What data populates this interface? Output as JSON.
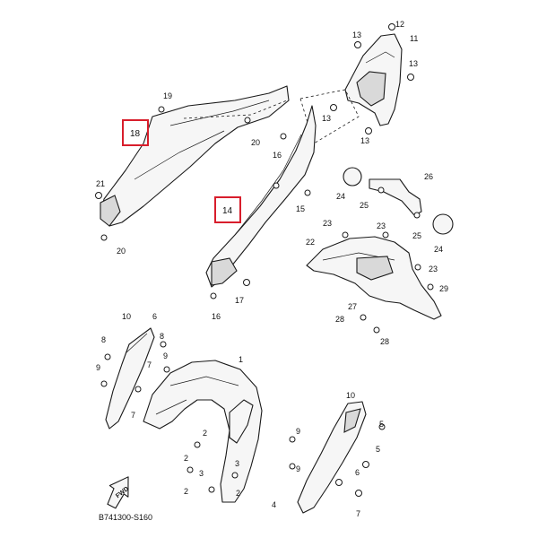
{
  "diagram": {
    "drawing_code": "B741300-S160",
    "fwd_label": "FWD",
    "highlight_color": "#d81e2c",
    "highlighted_parts": [
      {
        "key": "p18",
        "number": "18"
      },
      {
        "key": "p14",
        "number": "14"
      }
    ],
    "callouts": [
      "12",
      "11",
      "13",
      "13",
      "13",
      "13",
      "19",
      "20",
      "16",
      "21",
      "20",
      "15",
      "16",
      "17",
      "24",
      "25",
      "26",
      "24",
      "25",
      "23",
      "23",
      "22",
      "23",
      "29",
      "27",
      "28",
      "28",
      "10",
      "6",
      "8",
      "8",
      "9",
      "9",
      "7",
      "7",
      "1",
      "9",
      "9",
      "2",
      "2",
      "3",
      "3",
      "2",
      "2",
      "10",
      "5",
      "5",
      "4",
      "6",
      "7"
    ]
  }
}
